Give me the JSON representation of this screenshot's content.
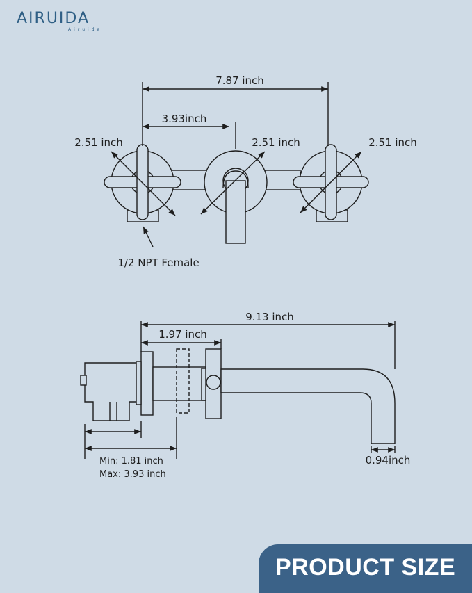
{
  "brand": {
    "name": "AIRUIDA",
    "tagline": "Airuida"
  },
  "front_view": {
    "overall_width": "7.87 inch",
    "center_spacing": "3.93inch",
    "left_handle_diameter": "2.51 inch",
    "center_handle_diameter": "2.51 inch",
    "right_handle_diameter": "2.51 inch",
    "connection": "1/2 NPT Female"
  },
  "side_view": {
    "spout_reach": "9.13 inch",
    "body_depth": "1.97 inch",
    "wall_min": "Min: 1.81 inch",
    "wall_max": "Max: 3.93 inch",
    "spout_diameter": "0.94inch"
  },
  "footer": {
    "badge": "PRODUCT SIZE"
  },
  "colors": {
    "background": "#cfdbe6",
    "brand": "#2f5f85",
    "badge": "#3b6288",
    "line": "#1e1e1e"
  }
}
